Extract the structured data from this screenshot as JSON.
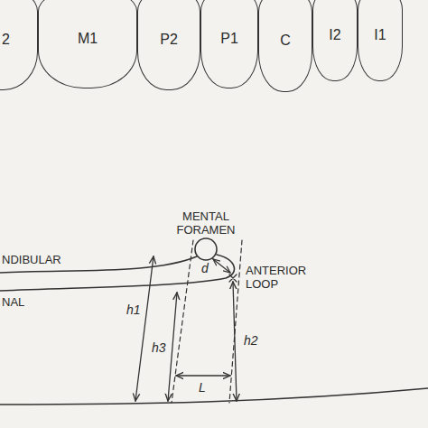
{
  "diagram": {
    "nodes": [
      {
        "text": [
          "2"
        ]
      },
      {
        "text": [
          "M1"
        ]
      },
      {
        "text": [
          "P2"
        ]
      },
      {
        "text": [
          "P1"
        ]
      },
      {
        "text": [
          "C"
        ]
      },
      {
        "text": [
          "I2"
        ]
      },
      {
        "text": [
          "I1"
        ]
      }
    ],
    "labels": [
      "NDIBULAR",
      "NAL",
      "MENTAL FORAMEN",
      "ANTERIOR LOOP",
      "h1",
      "d",
      "h3",
      "h2",
      "L"
    ]
  }
}
